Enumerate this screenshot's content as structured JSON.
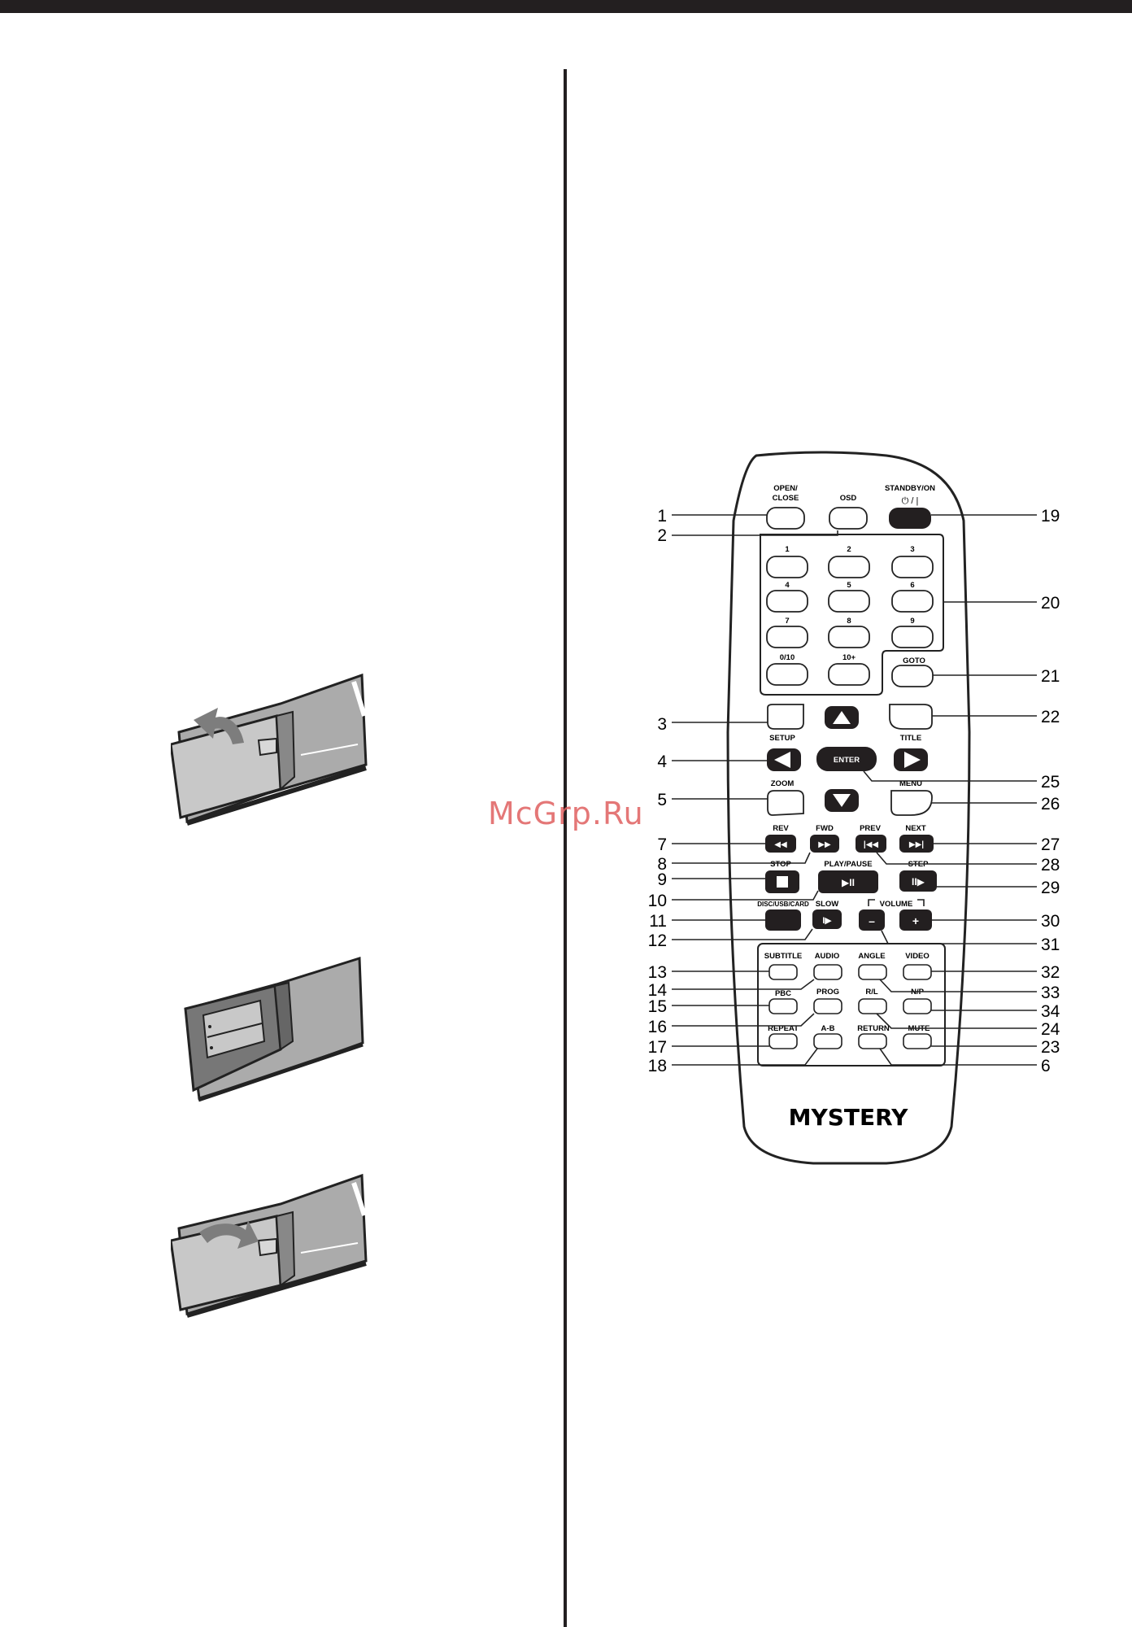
{
  "watermark": "McGrp.Ru",
  "remote": {
    "brand": "MYSTERY",
    "buttons": {
      "open_close": [
        "OPEN/",
        "CLOSE"
      ],
      "osd": "OSD",
      "standby": "STANDBY/ON",
      "standby_symbol": "⏻ / |",
      "digits": [
        "1",
        "2",
        "3",
        "4",
        "5",
        "6",
        "7",
        "8",
        "9",
        "0/10",
        "10+"
      ],
      "goto": "GOTO",
      "setup": "SETUP",
      "title": "TITLE",
      "enter": "ENTER",
      "zoom": "ZOOM",
      "menu": "MENU",
      "rev": "REV",
      "fwd": "FWD",
      "prev": "PREV",
      "next": "NEXT",
      "stop": "STOP",
      "play_pause": "PLAY/PAUSE",
      "step": "STEP",
      "disc_usb_card": "DISC/USB/CARD",
      "slow": "SLOW",
      "volume": "VOLUME",
      "vol_minus": "–",
      "vol_plus": "+",
      "subtitle": "SUBTITLE",
      "audio": "AUDIO",
      "angle": "ANGLE",
      "video": "VIDEO",
      "pbc": "PBC",
      "prog": "PROG",
      "rl": "R/L",
      "np": "N/P",
      "repeat": "REPEAT",
      "ab": "A-B",
      "return": "RETURN",
      "mute": "MUTE"
    },
    "callouts_left": [
      "1",
      "2",
      "3",
      "4",
      "5",
      "7",
      "8",
      "9",
      "10",
      "11",
      "12",
      "13",
      "14",
      "15",
      "16",
      "17",
      "18"
    ],
    "callouts_right": [
      "19",
      "20",
      "21",
      "22",
      "25",
      "26",
      "27",
      "28",
      "29",
      "30",
      "31",
      "32",
      "33",
      "34",
      "24",
      "23",
      "6"
    ]
  }
}
